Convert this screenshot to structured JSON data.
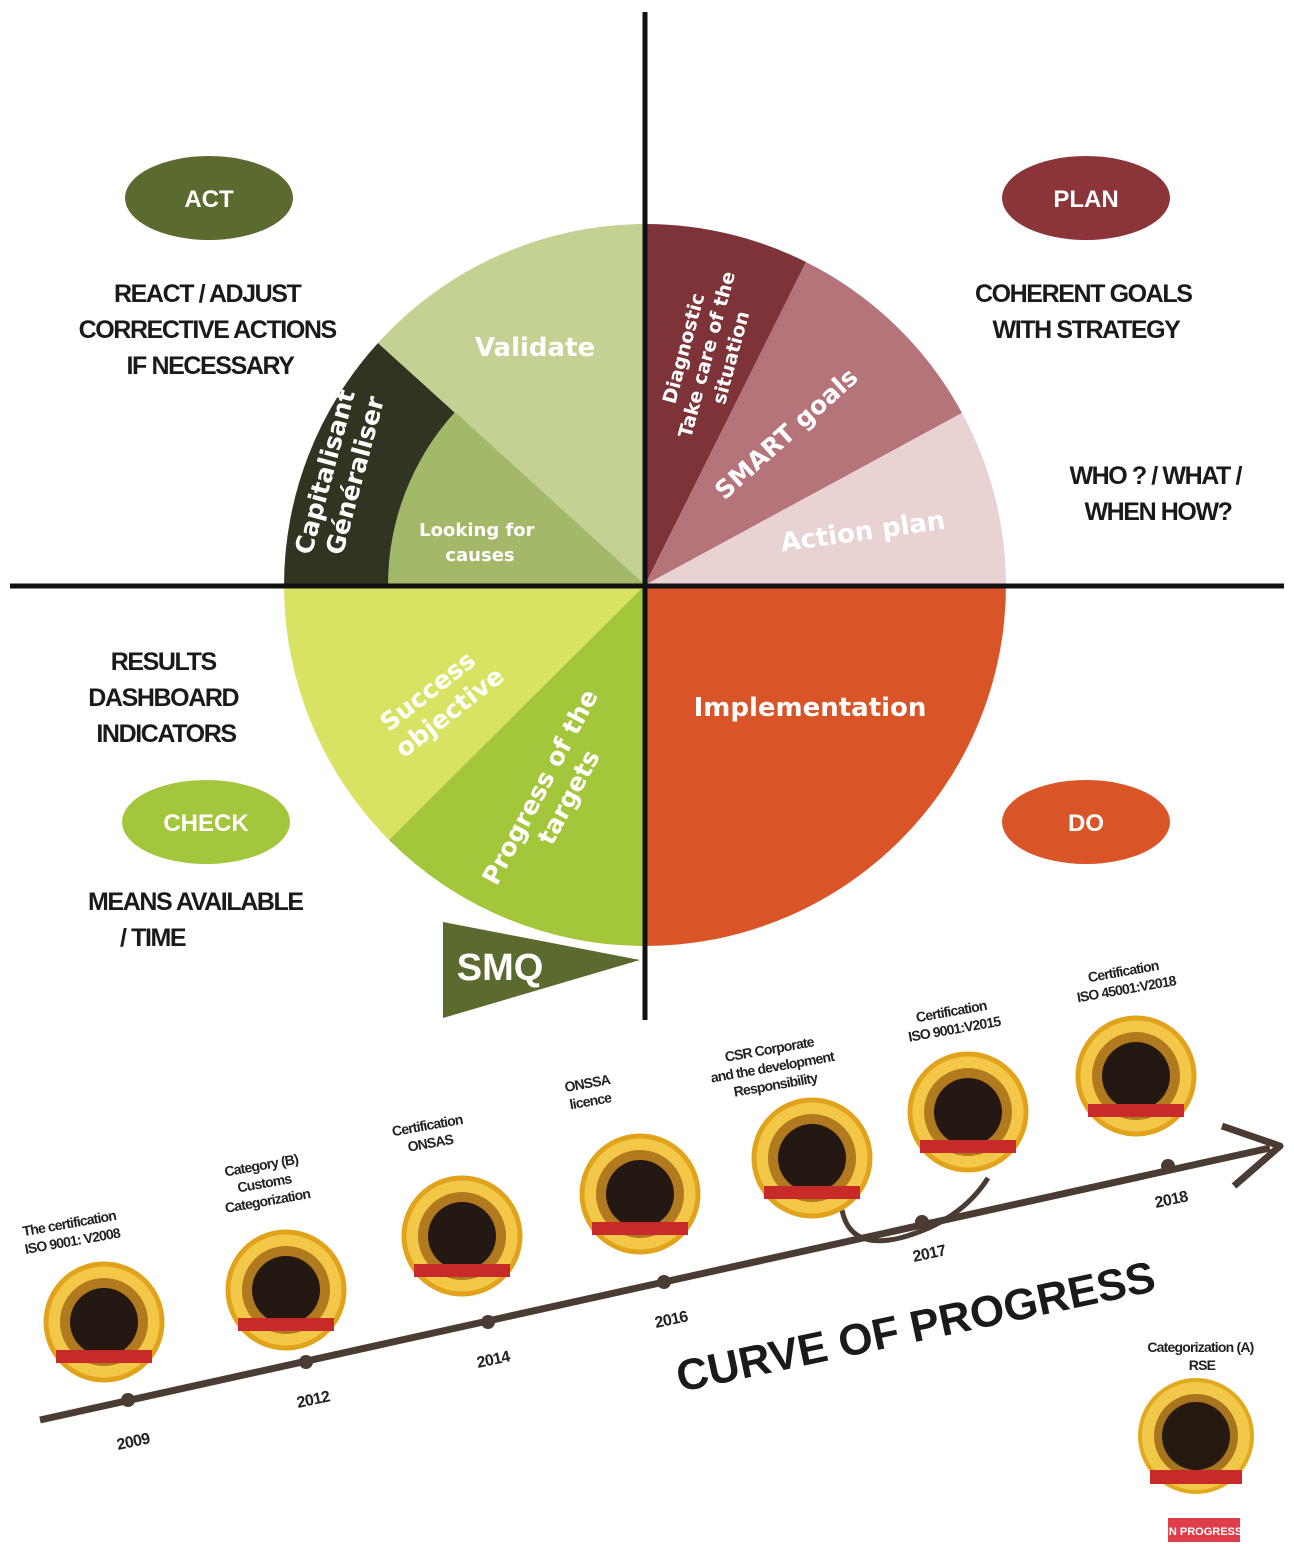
{
  "quadrants": {
    "act": {
      "label": "ACT",
      "color": "#5b6b2f",
      "description": [
        "REACT / ADJUST",
        "CORRECTIVE ACTIONS",
        "IF NECESSARY"
      ]
    },
    "plan": {
      "label": "PLAN",
      "color": "#8b3538",
      "description": [
        "COHERENT GOALS",
        "WITH STRATEGY"
      ]
    },
    "check": {
      "label": "CHECK",
      "color": "#a4c63c",
      "description": [
        "RESULTS",
        "DASHBOARD",
        "INDICATORS"
      ]
    },
    "do": {
      "label": "DO",
      "color": "#d95427",
      "description": []
    }
  },
  "extra_notes": {
    "who_what": [
      "WHO ? / WHAT /",
      "WHEN HOW?"
    ],
    "means": [
      "MEANS AVAILABLE",
      "/ TIME"
    ]
  },
  "segments": {
    "validate": {
      "label": "Validate",
      "color": "#c3d192"
    },
    "capitalisant": {
      "label": [
        "Capitalisant",
        "Généraliser"
      ],
      "color": "#2f3520"
    },
    "looking_for_causes": {
      "label": [
        "Looking for",
        "causes"
      ],
      "color": "#a4b86a"
    },
    "diagnostic": {
      "label": [
        "Diagnostic",
        "Take care of the",
        "situation"
      ],
      "color": "#7d3337"
    },
    "smart_goals": {
      "label": "SMART goals",
      "color": "#b5747a"
    },
    "action_plan": {
      "label": "Action plan",
      "color": "#e8d2d2"
    },
    "implementation": {
      "label": "Implementation",
      "color": "#d95427"
    },
    "success_objective": {
      "label": [
        "Success",
        "objective"
      ],
      "color": "#d8e364"
    },
    "progress_targets": {
      "label": [
        "Progress of the",
        "targets"
      ],
      "color": "#a3c63b"
    }
  },
  "smq": {
    "label": "SMQ",
    "color": "#5b6b2f"
  },
  "timeline": {
    "title": "CURVE OF PROGRESS",
    "milestones": [
      {
        "year": "2009",
        "label": [
          "The certification",
          "ISO 9001: V2008"
        ],
        "badge_color": "#c82a2a"
      },
      {
        "year": "2012",
        "label": [
          "Category (B)",
          "Customs",
          "Categorization"
        ],
        "badge_color": "#c82a2a"
      },
      {
        "year": "2014",
        "label": [
          "Certification",
          "ONSAS"
        ],
        "badge_color": "#c82a2a"
      },
      {
        "year": "2016",
        "label": [
          "ONSSA",
          "licence"
        ],
        "badge_color": "#c82a2a"
      },
      {
        "year": "",
        "label": [
          "CSR Corporate",
          "and the development",
          "Responsibility"
        ],
        "badge_color": "#c82a2a"
      },
      {
        "year": "2017",
        "label": [
          "Certification",
          "ISO 9001:V2015"
        ],
        "badge_color": "#c82a2a"
      },
      {
        "year": "2018",
        "label": [
          "Certification",
          "ISO 45001:V2018"
        ],
        "badge_color": "#c82a2a"
      }
    ],
    "pending": {
      "label": [
        "Categorization (A)",
        "RSE"
      ],
      "status": "IN PROGRESS"
    }
  }
}
